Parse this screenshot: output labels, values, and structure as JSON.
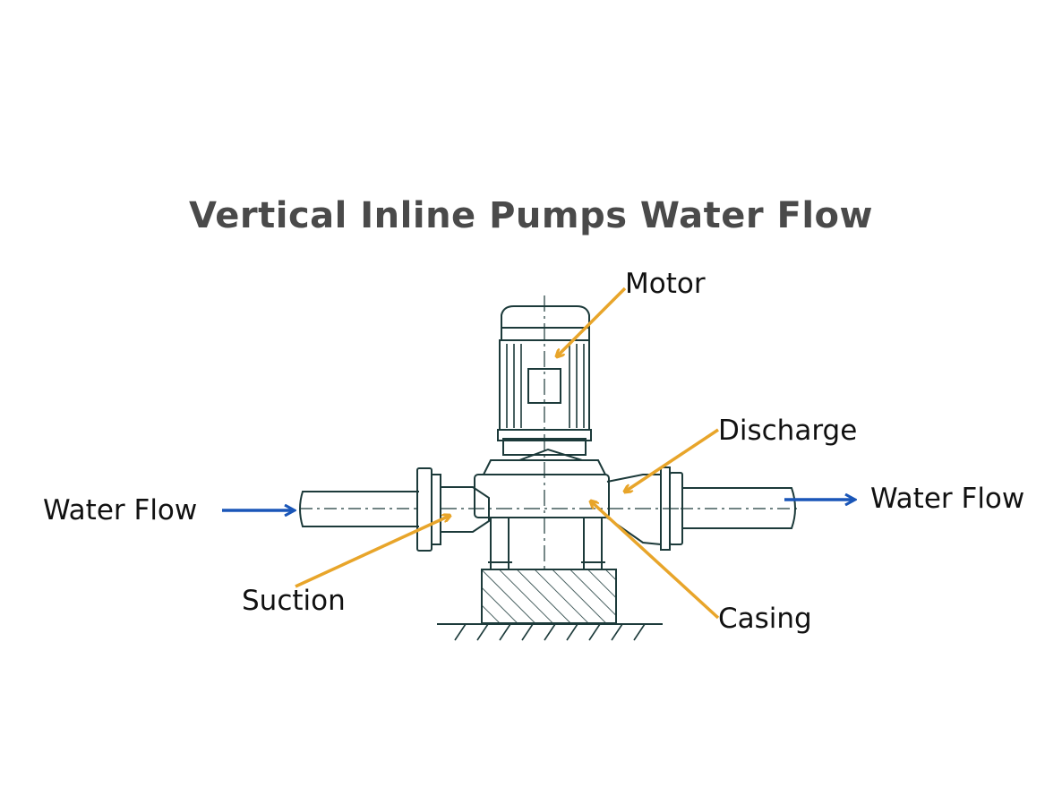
{
  "title": "Vertical Inline Pumps Water Flow",
  "labels": {
    "motor": "Motor",
    "discharge": "Discharge",
    "water_flow_in": "Water Flow",
    "water_flow_out": "Water Flow",
    "suction": "Suction",
    "casing": "Casing"
  },
  "colors": {
    "leader_arrow": "#e8a52a",
    "flow_arrow": "#1a56b8",
    "drawing_line": "#1c3a3a",
    "title": "#4a4a4a"
  }
}
